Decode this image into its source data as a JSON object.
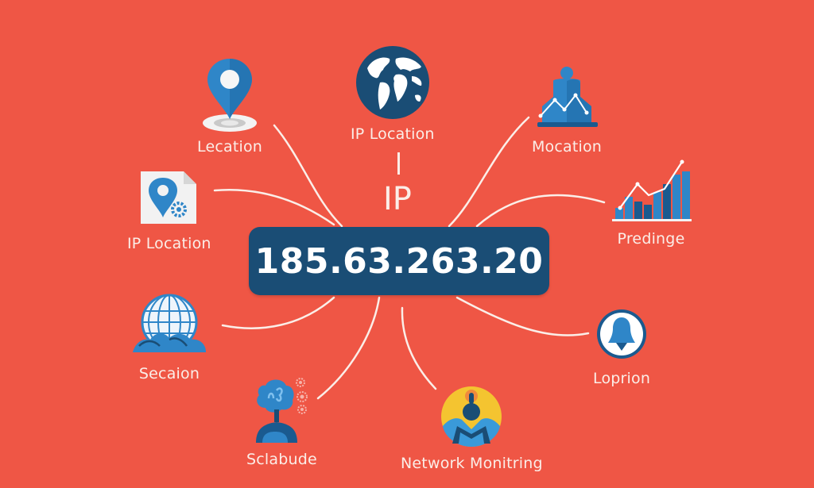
{
  "center": {
    "title": "IP",
    "ip_address": "185.63.263.20"
  },
  "nodes": [
    {
      "id": "location",
      "label": "Lecation",
      "icon": "map-pin-icon"
    },
    {
      "id": "ip-location-top",
      "label": "IP Location",
      "icon": "globe-icon"
    },
    {
      "id": "mocation",
      "label": "Mocation",
      "icon": "analytics-person-icon"
    },
    {
      "id": "ip-location-left",
      "label": "IP Location",
      "icon": "location-document-gear-icon"
    },
    {
      "id": "predinge",
      "label": "Predinge",
      "icon": "bar-chart-trend-icon"
    },
    {
      "id": "secaion",
      "label": "Secaion",
      "icon": "globe-cloud-icon"
    },
    {
      "id": "loprion",
      "label": "Loprion",
      "icon": "user-avatar-icon"
    },
    {
      "id": "sclabude",
      "label": "Sclabude",
      "icon": "tree-cloud-icon"
    },
    {
      "id": "network-monitoring",
      "label": "Network Monitring",
      "icon": "network-monitor-person-icon"
    }
  ],
  "colors": {
    "background": "#ef5645",
    "ip_box": "#1a4d75",
    "icon_blue": "#2f86c8",
    "icon_dark_blue": "#1a4d75",
    "icon_yellow": "#f4c430",
    "line": "#fbeee8"
  }
}
